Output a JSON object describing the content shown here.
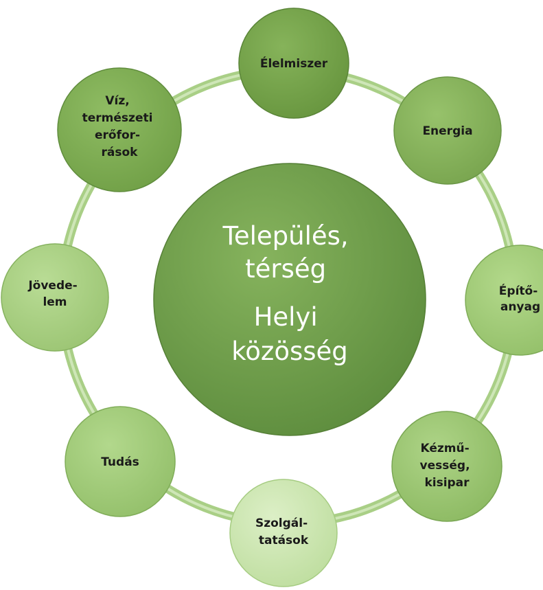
{
  "center": {
    "lines": [
      "Település,",
      "térség",
      "Helyi",
      "közösség"
    ]
  },
  "nodes": [
    {
      "id": "elelmiszer",
      "lines": [
        "Élelmiszer"
      ]
    },
    {
      "id": "energia",
      "lines": [
        "Energia"
      ]
    },
    {
      "id": "epitoanyag",
      "lines": [
        "Építő-",
        "anyag"
      ]
    },
    {
      "id": "kezmuvesseg",
      "lines": [
        "Kézmű-",
        "vesség,",
        "kisipar"
      ]
    },
    {
      "id": "szolgaltatasok",
      "lines": [
        "Szolgál-",
        "tatások"
      ]
    },
    {
      "id": "tudas",
      "lines": [
        "Tudás"
      ]
    },
    {
      "id": "jovedelem",
      "lines": [
        "Jövede-",
        "lem"
      ]
    },
    {
      "id": "viz",
      "lines": [
        "Víz,",
        "természeti",
        "erőfor-",
        "rások"
      ]
    }
  ],
  "colors": {
    "ring": "#b3d48f",
    "center_fill": "#6c9a48",
    "center_text": "#ffffff",
    "node_text": "#1a1a1a"
  }
}
